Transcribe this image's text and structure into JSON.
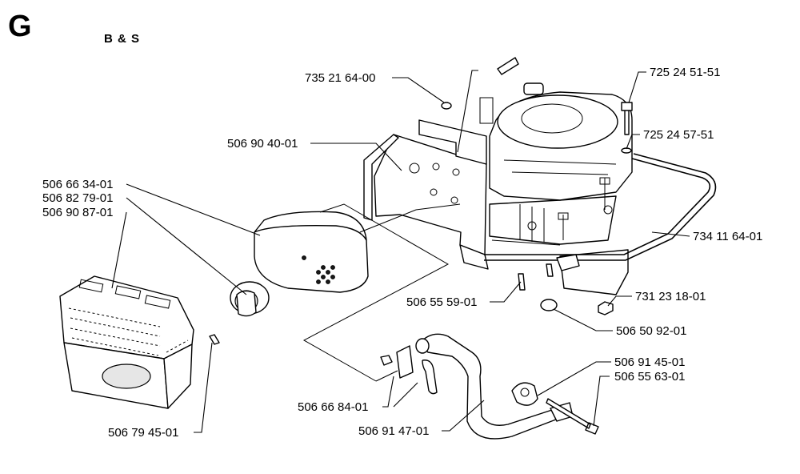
{
  "section": "G",
  "brand": "B & S",
  "callouts": {
    "p735216400": "735 21 64-00",
    "p506904001": "506 90 40-01",
    "p506663401": "506 66 34-01",
    "p506827901": "506 82 79-01",
    "p506908701": "506 90 87-01",
    "p725245151": "725 24 51-51",
    "p725245751": "725 24 57-51",
    "p734116401": "734 11 64-01",
    "p506555901": "506 55 59-01",
    "p731231801": "731 23 18-01",
    "p506509201": "506 50 92-01",
    "p506914501": "506 91 45-01",
    "p506556301": "506 55 63-01",
    "p506668401": "506 66 84-01",
    "p506914701": "506 91 47-01",
    "p506794501": "506 79 45-01"
  }
}
